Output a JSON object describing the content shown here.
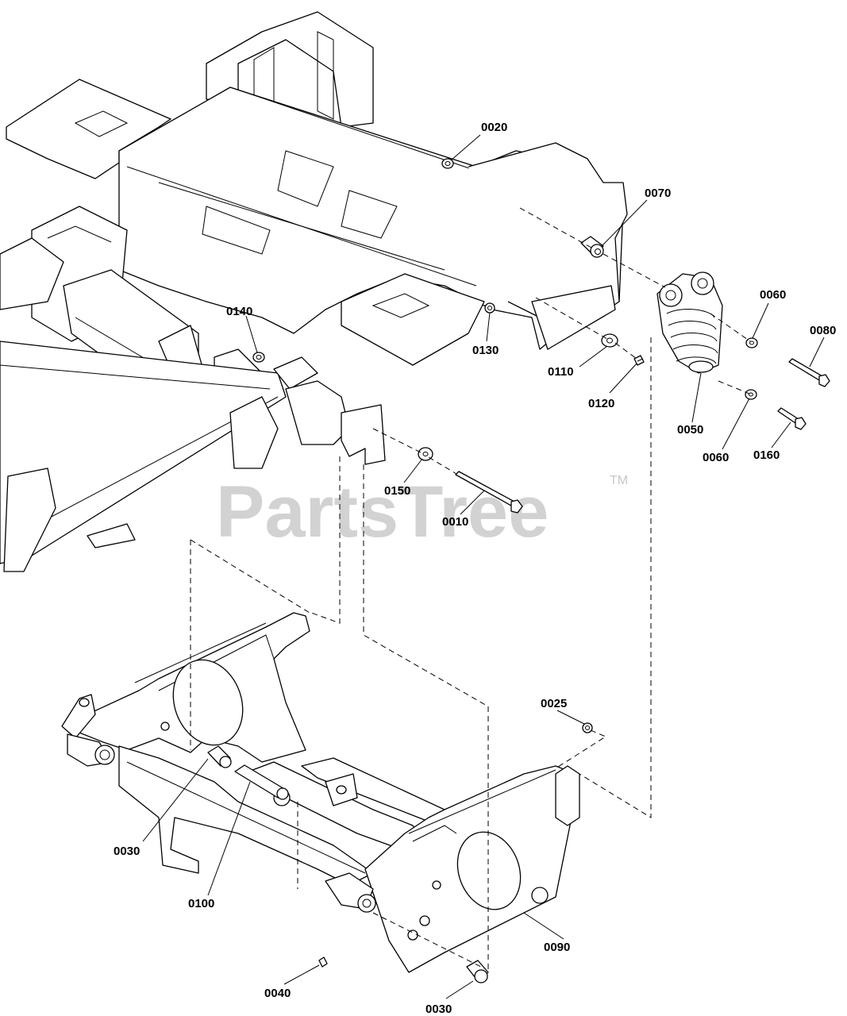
{
  "watermark": {
    "text": "PartsTree",
    "trademark": "TM"
  },
  "callouts": [
    {
      "id": "0020",
      "label": "0020"
    },
    {
      "id": "0070",
      "label": "0070"
    },
    {
      "id": "0140",
      "label": "0140"
    },
    {
      "id": "0060-top",
      "label": "0060"
    },
    {
      "id": "0080",
      "label": "0080"
    },
    {
      "id": "0130",
      "label": "0130"
    },
    {
      "id": "0110",
      "label": "0110"
    },
    {
      "id": "0120",
      "label": "0120"
    },
    {
      "id": "0050",
      "label": "0050"
    },
    {
      "id": "0060-bottom",
      "label": "0060"
    },
    {
      "id": "0160",
      "label": "0160"
    },
    {
      "id": "0150",
      "label": "0150"
    },
    {
      "id": "0010",
      "label": "0010"
    },
    {
      "id": "0025",
      "label": "0025"
    },
    {
      "id": "0030-left",
      "label": "0030"
    },
    {
      "id": "0100",
      "label": "0100"
    },
    {
      "id": "0090",
      "label": "0090"
    },
    {
      "id": "0040",
      "label": "0040"
    },
    {
      "id": "0030-bottom",
      "label": "0030"
    }
  ]
}
